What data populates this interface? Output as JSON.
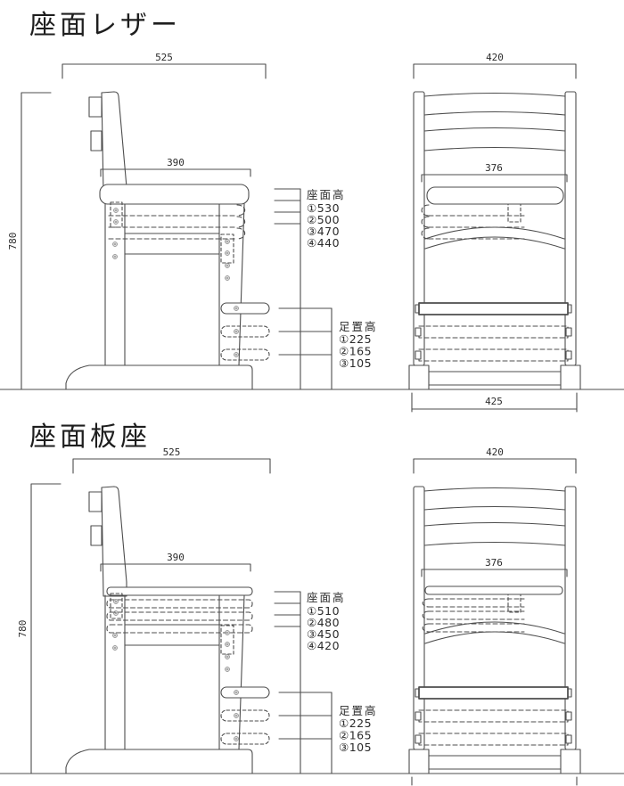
{
  "drawing": {
    "line_color": "#4d4d4d",
    "background": "#ffffff"
  },
  "sections": [
    {
      "title": "座面レザー",
      "dims": {
        "overall_depth": "525",
        "overall_width": "420",
        "seat_depth": "390",
        "seat_width": "376",
        "overall_height": "780",
        "base_width": "425"
      },
      "seat_height": {
        "label": "座面高",
        "items": [
          "①530",
          "②500",
          "③470",
          "④440"
        ]
      },
      "footrest_height": {
        "label": "足置高",
        "items": [
          "①225",
          "②165",
          "③105"
        ]
      }
    },
    {
      "title": "座面板座",
      "dims": {
        "overall_depth": "525",
        "overall_width": "420",
        "seat_depth": "390",
        "seat_width": "376",
        "overall_height": "780"
      },
      "seat_height": {
        "label": "座面高",
        "items": [
          "①510",
          "②480",
          "③450",
          "④420"
        ]
      },
      "footrest_height": {
        "label": "足置高",
        "items": [
          "①225",
          "②165",
          "③105"
        ]
      }
    }
  ]
}
